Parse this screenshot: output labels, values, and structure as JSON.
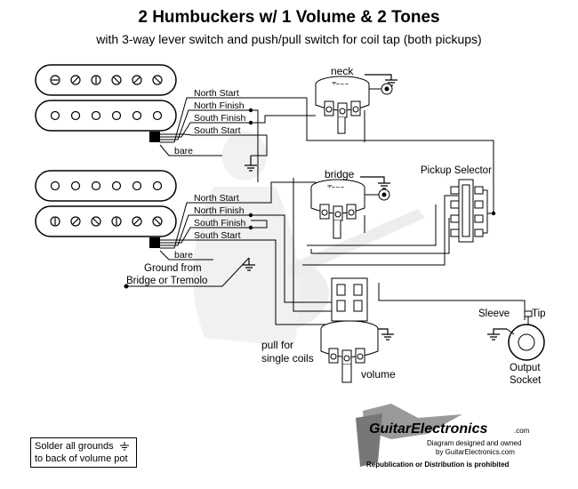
{
  "header": {
    "title": "2 Humbuckers w/ 1 Volume & 2 Tones",
    "subtitle": "with 3-way lever switch and push/pull switch for coil tap (both pickups)"
  },
  "neck_pickup": {
    "wire_labels": [
      "North Start",
      "North Finish",
      "South Finish",
      "South Start",
      "bare"
    ]
  },
  "bridge_pickup": {
    "wire_labels": [
      "North Start",
      "North Finish",
      "South Finish",
      "South Start",
      "bare"
    ],
    "ground_label_1": "Ground from",
    "ground_label_2": "Bridge or Tremolo"
  },
  "pots": {
    "neck_label": "neck",
    "neck_tone_text": "Tone",
    "bridge_label": "bridge",
    "bridge_tone_text": "Tone",
    "volume_label": "volume",
    "pull_label_1": "pull for",
    "pull_label_2": "single coils"
  },
  "selector": {
    "label": "Pickup Selector"
  },
  "output": {
    "sleeve_label": "Sleeve",
    "tip_label": "Tip",
    "label_1": "Output",
    "label_2": "Socket"
  },
  "logo": {
    "brand": "GuitarElectronics",
    "suffix": ".com",
    "line1": "Diagram designed and owned",
    "line2": "by GuitarElectronics.com",
    "line3": "Republication or Distribution is prohibited"
  },
  "note": {
    "line1": "Solder all grounds",
    "line2": "to back of volume pot"
  },
  "colors": {
    "ink": "#000000",
    "watermark": "#bdbdbd",
    "pot_fill": "#ffffff"
  }
}
